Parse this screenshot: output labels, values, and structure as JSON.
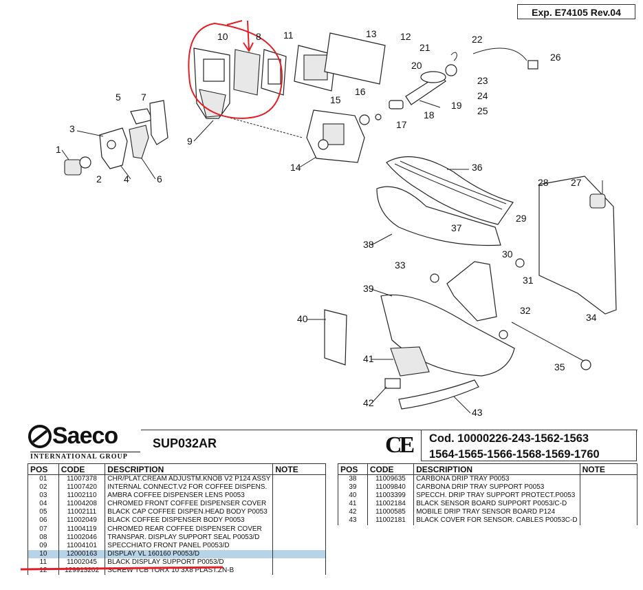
{
  "revision": "Exp. E74105 Rev.04",
  "brand": {
    "name": "Saeco",
    "subtitle": "INTERNATIONAL GROUP"
  },
  "model": "SUP032AR",
  "certification": "CE",
  "codes": {
    "line1": "Cod. 10000226-243-1562-1563",
    "line2": "1564-1565-1566-1568-1569-1760"
  },
  "callouts": [
    "1",
    "2",
    "3",
    "4",
    "5",
    "6",
    "7",
    "8",
    "9",
    "10",
    "11",
    "12",
    "13",
    "14",
    "15",
    "16",
    "17",
    "18",
    "19",
    "20",
    "21",
    "22",
    "23",
    "24",
    "25",
    "26",
    "27",
    "28",
    "29",
    "30",
    "31",
    "32",
    "33",
    "34",
    "35",
    "36",
    "37",
    "38",
    "39",
    "40",
    "41",
    "42",
    "43"
  ],
  "table_headers": {
    "pos": "POS",
    "code": "CODE",
    "description": "DESCRIPTION",
    "note": "NOTE"
  },
  "left_rows": [
    {
      "pos": "01",
      "code": "11007378",
      "desc": "CHR/PLAT.CREAM ADJUSTM.KNOB V2 P124 ASSY"
    },
    {
      "pos": "02",
      "code": "11007420",
      "desc": "INTERNAL CONNECT.V2 FOR COFFEE DISPENS."
    },
    {
      "pos": "03",
      "code": "11002110",
      "desc": "AMBRA COFFEE DISPENSER LENS P0053"
    },
    {
      "pos": "04",
      "code": "11004208",
      "desc": "CHROMED FRONT COFFEE DISPENSER COVER"
    },
    {
      "pos": "05",
      "code": "11002111",
      "desc": "BLACK CAP COFFEE DISPEN.HEAD BODY P0053"
    },
    {
      "pos": "06",
      "code": "11002049",
      "desc": "BLACK COFFEE DISPENSER BODY P0053"
    },
    {
      "pos": "07",
      "code": "11004119",
      "desc": "CHROMED REAR COFFEE DISPENSER COVER"
    },
    {
      "pos": "08",
      "code": "11002046",
      "desc": "TRANSPAR. DISPLAY SUPPORT SEAL P0053/D"
    },
    {
      "pos": "09",
      "code": "11004101",
      "desc": "SPECCHIATO FRONT PANEL P0053/D"
    },
    {
      "pos": "10",
      "code": "12000163",
      "desc": "DISPLAY VL 160160 P0053/D"
    },
    {
      "pos": "11",
      "code": "11002045",
      "desc": "BLACK DISPLAY SUPPORT P0053/D"
    },
    {
      "pos": "12",
      "code": "129913202",
      "desc": "SCREW TCB TORX 10 3X8 PLAST.ZN-B"
    }
  ],
  "right_rows": [
    {
      "pos": "38",
      "code": "11009635",
      "desc": "CARBONA DRIP TRAY P0053"
    },
    {
      "pos": "39",
      "code": "11009840",
      "desc": "CARBONA DRIP TRAY SUPPORT P0053"
    },
    {
      "pos": "40",
      "code": "11003399",
      "desc": "SPECCH. DRIP TRAY SUPPORT PROTECT.P0053"
    },
    {
      "pos": "41",
      "code": "11002184",
      "desc": "BLACK SENSOR BOARD SUPPORT P0053/C-D"
    },
    {
      "pos": "42",
      "code": "11000585",
      "desc": "MOBILE DRIP TRAY SENSOR BOARD P124"
    },
    {
      "pos": "43",
      "code": "11002181",
      "desc": "BLACK COVER FOR SENSOR. CABLES P0053C-D"
    }
  ],
  "colors": {
    "highlight_row": "#b7d3e8",
    "annotation_red": "#e41e26"
  }
}
